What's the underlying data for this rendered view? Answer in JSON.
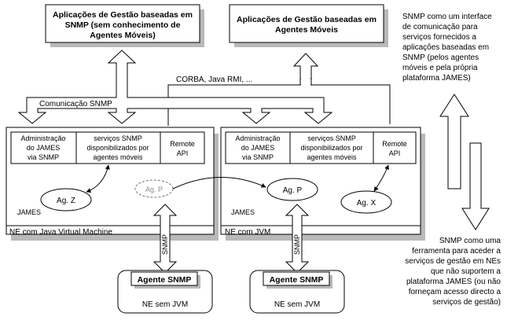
{
  "top_boxes": {
    "left": {
      "lines": [
        "Aplicações de Gestão baseadas em",
        "SNMP (sem conhecimento de",
        "Agentes Móveis)"
      ]
    },
    "right": {
      "lines": [
        "Aplicações de Gestão baseadas em",
        "Agentes Móveis"
      ]
    }
  },
  "notes": {
    "top_right": [
      "SNMP como um interface",
      "de comunicação para",
      "serviços fornecidos a",
      "aplicações baseadas em",
      "SNMP (pelos agentes",
      "móveis e pela própria",
      "plataforma JAMES)"
    ],
    "bottom_right": [
      "SNMP como uma",
      "ferramenta para aceder a",
      "serviços de gestão em NEs",
      "que não suportem a",
      "plataforma JAMES (ou não",
      "forneçam acesso directo a",
      "serviços de gestão)"
    ]
  },
  "labels": {
    "corba": "CORBA, Java RMI, ...",
    "comm_snmp": "Comunicação SNMP",
    "snmp_vertical": "SNMP"
  },
  "ne_left": {
    "modules": [
      [
        "Administração",
        "do JAMES",
        "via SNMP"
      ],
      [
        "serviços SNMP",
        "disponibilizados por",
        "agentes móveis"
      ],
      [
        "Remote",
        "API"
      ]
    ],
    "agent_z": "Ag. Z",
    "agent_p_ghost": "Ag. P",
    "james": "JAMES",
    "footer": "NE com Java Virtual Machine"
  },
  "ne_right": {
    "modules": [
      [
        "Administração",
        "do JAMES",
        "via SNMP"
      ],
      [
        "serviços SNMP",
        "disponibilizados por",
        "agentes móveis"
      ],
      [
        "Remote",
        "API"
      ]
    ],
    "agent_p": "Ag. P",
    "agent_x": "Ag. X",
    "james": "JAMES",
    "footer": "NE com JVM"
  },
  "bottom_left": {
    "agent": "Agente SNMP",
    "caption": "NE sem JVM"
  },
  "bottom_right_box": {
    "agent": "Agente SNMP",
    "caption": "NE sem JVM"
  }
}
